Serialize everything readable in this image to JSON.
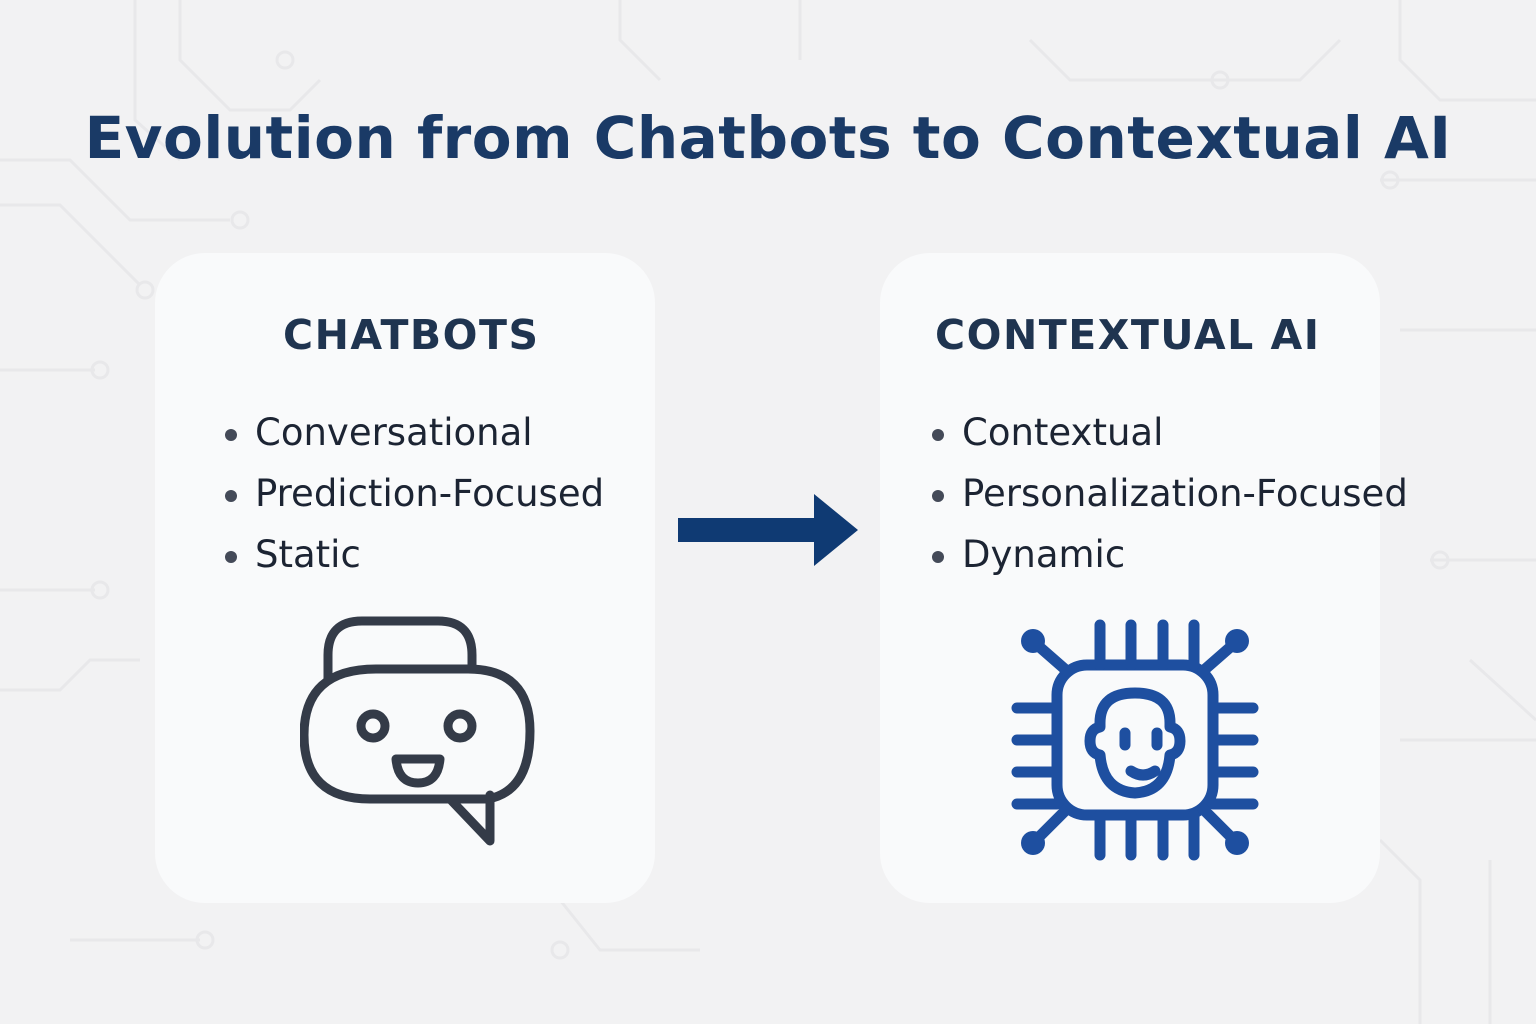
{
  "title": "Evolution from Chatbots to Contextual AI",
  "colors": {
    "title": "#1a3a66",
    "heading": "#1f3450",
    "body_text": "#1c2433",
    "arrow": "#0f3a73",
    "chatbot_icon": "#343b48",
    "contextual_icon": "#1e4fa0",
    "card_bg": "#f9fafb",
    "page_bg": "#f2f2f3"
  },
  "cards": [
    {
      "heading": "CHATBOTS",
      "bullets": [
        "Conversational",
        "Prediction-Focused",
        "Static"
      ],
      "icon": "chat-bubble-robot-icon"
    },
    {
      "heading": "CONTEXTUAL AI",
      "bullets": [
        "Contextual",
        "Personalization-Focused",
        "Dynamic"
      ],
      "icon": "ai-chip-face-icon"
    }
  ],
  "connector": {
    "icon": "arrow-right-icon"
  }
}
